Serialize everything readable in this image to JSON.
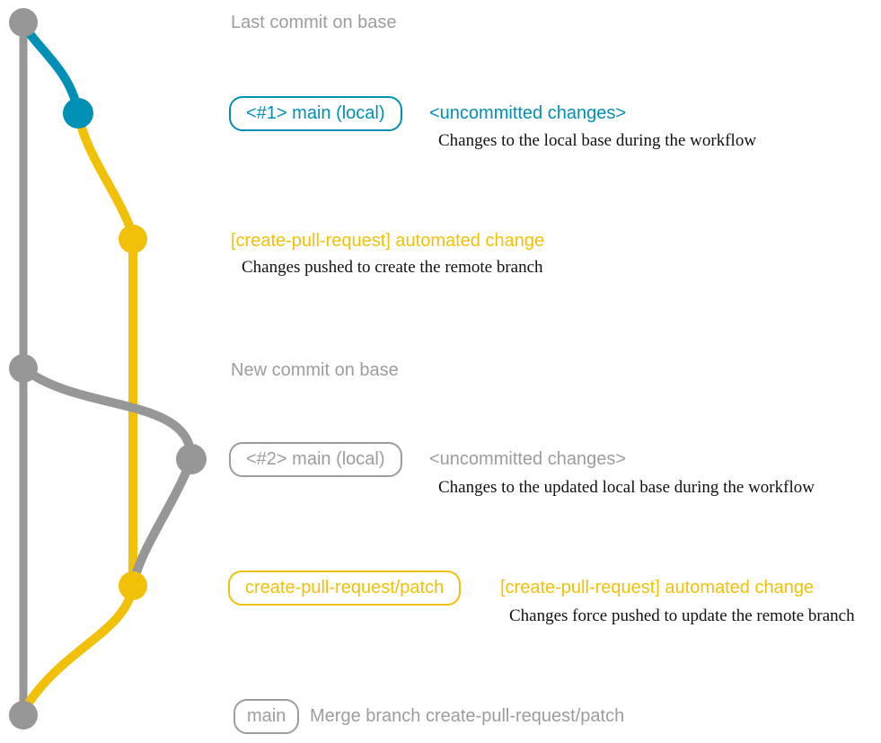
{
  "colors": {
    "base-gray": "#979797",
    "text-gray": "#9d9d9d",
    "main-blue": "#008fb5",
    "branch-yellow": "#f1c109",
    "note-ink": "#111111",
    "bg": "#ffffff"
  },
  "graph": {
    "branches": [
      {
        "name": "base",
        "color": "#979797"
      },
      {
        "name": "main (local)",
        "color": "#008fb5"
      },
      {
        "name": "create-pull-request/patch",
        "color": "#f1c109"
      }
    ]
  },
  "rows": {
    "last_commit_on_base": {
      "label": "Last commit on base"
    },
    "local_commit_1": {
      "tag": "<#1> main (local)",
      "title": "<uncommitted changes>",
      "note": "Changes to the local base during the workflow"
    },
    "push_1": {
      "title": "[create-pull-request] automated change",
      "note": "Changes pushed to create the remote branch"
    },
    "new_commit_on_base": {
      "label": "New commit on base"
    },
    "local_commit_2": {
      "tag": "<#2> main (local)",
      "title": "<uncommitted changes>",
      "note": "Changes to the updated local base during the workflow"
    },
    "push_2": {
      "tag": "create-pull-request/patch",
      "title": "[create-pull-request] automated change",
      "note": "Changes force pushed to update the remote branch"
    },
    "merge": {
      "tag": "main",
      "title": "Merge branch create-pull-request/patch"
    }
  }
}
